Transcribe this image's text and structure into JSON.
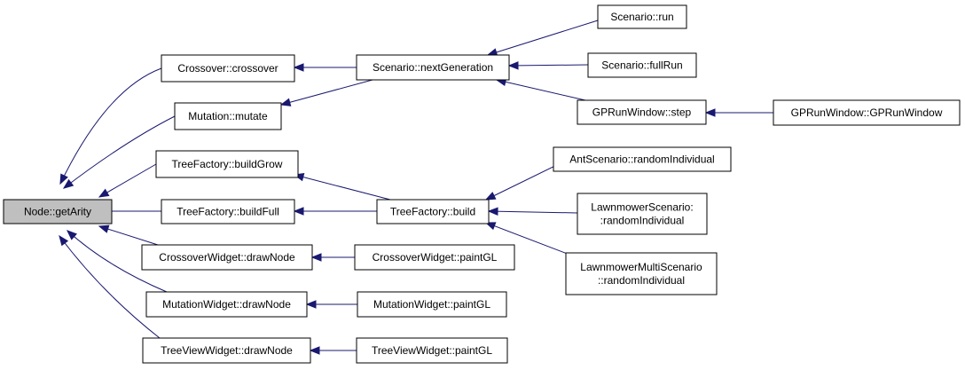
{
  "diagram": {
    "type": "call-graph",
    "colors": {
      "edge": "#191970",
      "root_fill": "#bfbfbf",
      "node_fill": "#ffffff",
      "node_border": "#000000"
    },
    "nodes": [
      {
        "id": "getArity",
        "lines": [
          "Node::getArity"
        ],
        "root": true
      },
      {
        "id": "crossover",
        "lines": [
          "Crossover::crossover"
        ]
      },
      {
        "id": "mutate",
        "lines": [
          "Mutation::mutate"
        ]
      },
      {
        "id": "buildGrow",
        "lines": [
          "TreeFactory::buildGrow"
        ]
      },
      {
        "id": "buildFull",
        "lines": [
          "TreeFactory::buildFull"
        ]
      },
      {
        "id": "cwDrawNode",
        "lines": [
          "CrossoverWidget::drawNode"
        ]
      },
      {
        "id": "mwDrawNode",
        "lines": [
          "MutationWidget::drawNode"
        ]
      },
      {
        "id": "tvDrawNode",
        "lines": [
          "TreeViewWidget::drawNode"
        ]
      },
      {
        "id": "nextGen",
        "lines": [
          "Scenario::nextGeneration"
        ]
      },
      {
        "id": "build",
        "lines": [
          "TreeFactory::build"
        ]
      },
      {
        "id": "cwPaintGL",
        "lines": [
          "CrossoverWidget::paintGL"
        ]
      },
      {
        "id": "mwPaintGL",
        "lines": [
          "MutationWidget::paintGL"
        ]
      },
      {
        "id": "tvPaintGL",
        "lines": [
          "TreeViewWidget::paintGL"
        ]
      },
      {
        "id": "run",
        "lines": [
          "Scenario::run"
        ]
      },
      {
        "id": "fullRun",
        "lines": [
          "Scenario::fullRun"
        ]
      },
      {
        "id": "step",
        "lines": [
          "GPRunWindow::step"
        ]
      },
      {
        "id": "antRand",
        "lines": [
          "AntScenario::randomIndividual"
        ]
      },
      {
        "id": "lawnRand",
        "lines": [
          "LawnmowerScenario:",
          ":randomIndividual"
        ]
      },
      {
        "id": "lawnMultiRand",
        "lines": [
          "LawnmowerMultiScenario",
          "::randomIndividual"
        ]
      },
      {
        "id": "gpRunWindow",
        "lines": [
          "GPRunWindow::GPRunWindow"
        ]
      }
    ],
    "edges": [
      {
        "from": "crossover",
        "to": "getArity"
      },
      {
        "from": "mutate",
        "to": "getArity"
      },
      {
        "from": "buildGrow",
        "to": "getArity"
      },
      {
        "from": "buildFull",
        "to": "getArity"
      },
      {
        "from": "cwDrawNode",
        "to": "getArity"
      },
      {
        "from": "mwDrawNode",
        "to": "getArity"
      },
      {
        "from": "tvDrawNode",
        "to": "getArity"
      },
      {
        "from": "nextGen",
        "to": "crossover"
      },
      {
        "from": "nextGen",
        "to": "mutate"
      },
      {
        "from": "build",
        "to": "buildGrow"
      },
      {
        "from": "build",
        "to": "buildFull"
      },
      {
        "from": "cwPaintGL",
        "to": "cwDrawNode"
      },
      {
        "from": "mwPaintGL",
        "to": "mwDrawNode"
      },
      {
        "from": "tvPaintGL",
        "to": "tvDrawNode"
      },
      {
        "from": "run",
        "to": "nextGen"
      },
      {
        "from": "fullRun",
        "to": "nextGen"
      },
      {
        "from": "step",
        "to": "nextGen"
      },
      {
        "from": "antRand",
        "to": "build"
      },
      {
        "from": "lawnRand",
        "to": "build"
      },
      {
        "from": "lawnMultiRand",
        "to": "build"
      },
      {
        "from": "gpRunWindow",
        "to": "step"
      }
    ]
  }
}
